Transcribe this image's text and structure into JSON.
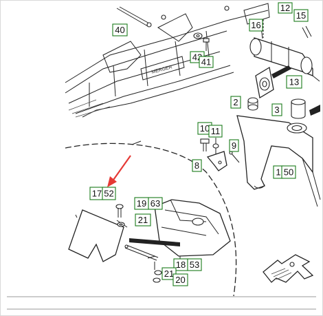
{
  "diagram": {
    "callouts": [
      {
        "id": "c1",
        "text": "12"
      },
      {
        "id": "c2",
        "text": "15"
      },
      {
        "id": "c3",
        "text": "16"
      },
      {
        "id": "c4",
        "text": "40"
      },
      {
        "id": "c5",
        "text": "42"
      },
      {
        "id": "c6",
        "text": "41"
      },
      {
        "id": "c7",
        "text": "13"
      },
      {
        "id": "c8",
        "text": "2"
      },
      {
        "id": "c9",
        "text": "3"
      },
      {
        "id": "c10",
        "text": "10"
      },
      {
        "id": "c11",
        "text": "11"
      },
      {
        "id": "c12",
        "text": "9"
      },
      {
        "id": "c13",
        "text": "8"
      },
      {
        "id": "c14",
        "text": "1"
      },
      {
        "id": "c15",
        "text": "50"
      },
      {
        "id": "c16",
        "text": "17"
      },
      {
        "id": "c17",
        "text": "52"
      },
      {
        "id": "c18",
        "text": "19"
      },
      {
        "id": "c19",
        "text": "63"
      },
      {
        "id": "c20",
        "text": "21"
      },
      {
        "id": "c21",
        "text": "18"
      },
      {
        "id": "c22",
        "text": "53"
      },
      {
        "id": "c23",
        "text": "21"
      },
      {
        "id": "c24",
        "text": "20"
      }
    ],
    "brand_text": "MERGER",
    "pointer_color": "#e53935",
    "callout_border_color": "#1a7a1a"
  }
}
